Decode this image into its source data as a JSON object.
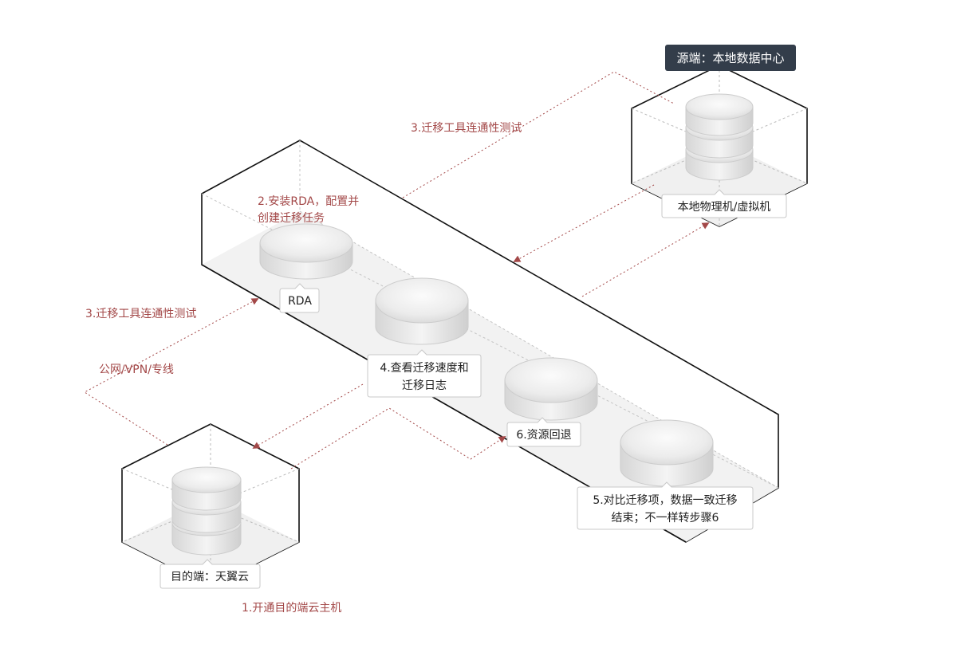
{
  "source": {
    "header": "源端：本地数据中心",
    "server_label": "本地物理机/虚拟机"
  },
  "target": {
    "server_label": "目的端：天翼云"
  },
  "rda_label": "RDA",
  "nodes": {
    "speed_log": [
      "4.查看迁移速度和",
      "迁移日志"
    ],
    "rollback": "6.资源回退",
    "compare": [
      "5.对比迁移项，数据一致迁移",
      "结束；不一样转步骤6"
    ]
  },
  "steps": {
    "test_top": "3.迁移工具连通性测试",
    "install": [
      "2.安装RDA，配置并",
      "创建迁移任务"
    ],
    "test_left": "3.迁移工具连通性测试",
    "network": "公网/VPN/专线",
    "open_host": "1.开通目的端云主机"
  },
  "colors": {
    "flow": "#a34848",
    "header_bg": "#333d4a",
    "outline": "#111111"
  }
}
